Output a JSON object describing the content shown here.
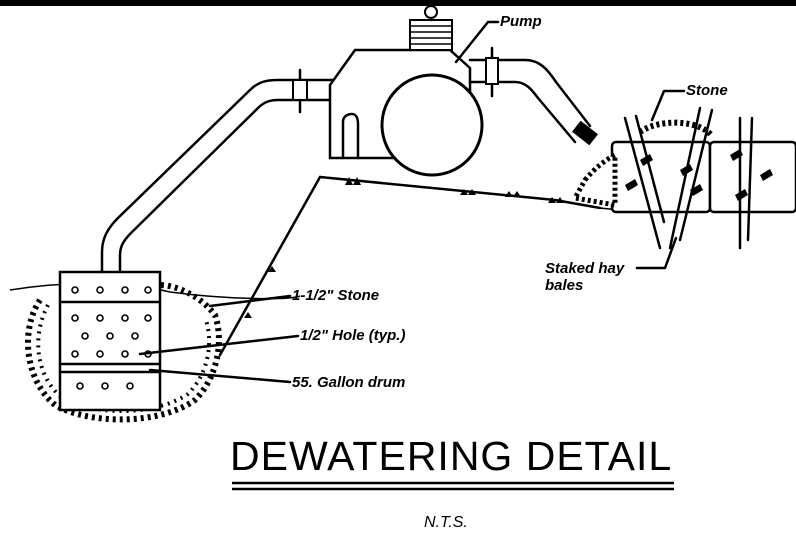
{
  "labels": {
    "pump": "Pump",
    "stone_top": "Stone",
    "staked_hay_bales_line1": "Staked hay",
    "staked_hay_bales_line2": "bales",
    "stone_size": "1-1/2\" Stone",
    "hole": "1/2\" Hole (typ.)",
    "drum": "55. Gallon drum"
  },
  "title": "DEWATERING DETAIL",
  "scale_note": "N.T.S."
}
